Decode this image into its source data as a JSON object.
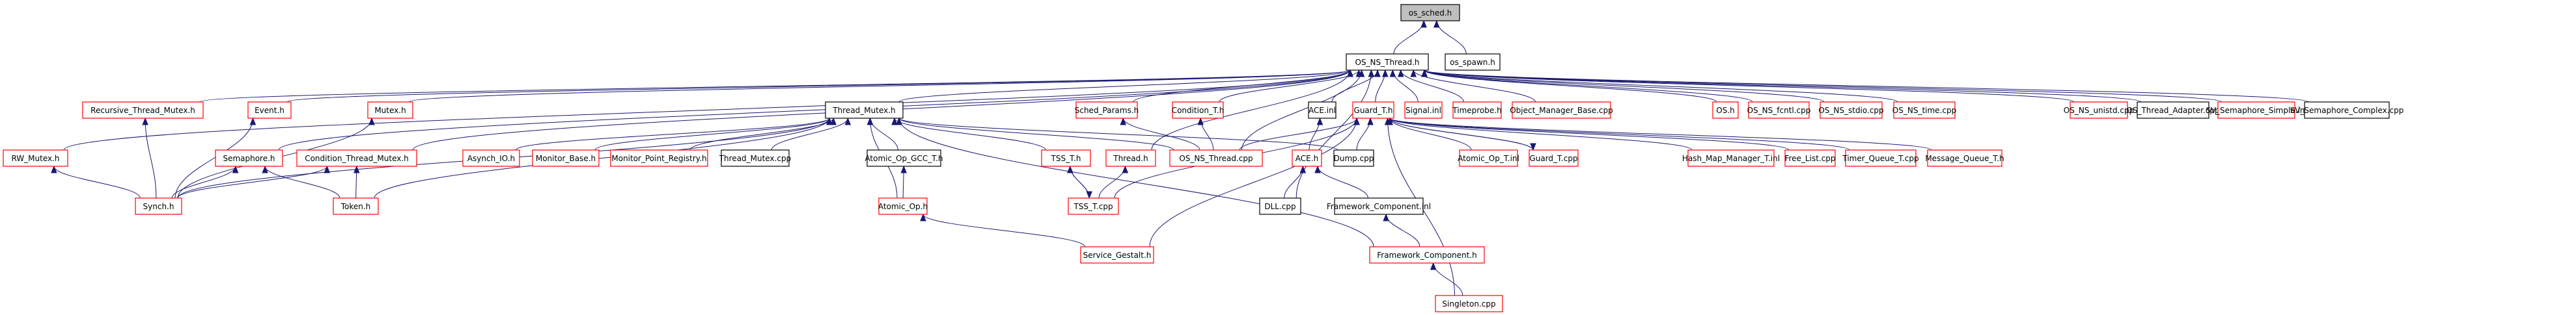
{
  "title": "os_sched.h include dependency graph",
  "colors": {
    "root_fill": "#bfbfbf",
    "documented_border": "#000000",
    "undocumented_border": "#ff0000",
    "edge": "#191970",
    "background": "#ffffff"
  },
  "nodes": [
    {
      "id": "os_sched_h",
      "label": "os_sched.h",
      "kind": "root"
    },
    {
      "id": "OS_NS_Thread_h",
      "label": "OS_NS_Thread.h",
      "kind": "doc"
    },
    {
      "id": "os_spawn_h",
      "label": "os_spawn.h",
      "kind": "doc"
    },
    {
      "id": "Recursive_Thread_Mutex_h",
      "label": "Recursive_Thread_Mutex.h",
      "kind": "undoc"
    },
    {
      "id": "Event_h",
      "label": "Event.h",
      "kind": "undoc"
    },
    {
      "id": "Mutex_h",
      "label": "Mutex.h",
      "kind": "undoc"
    },
    {
      "id": "Thread_Mutex_h",
      "label": "Thread_Mutex.h",
      "kind": "doc"
    },
    {
      "id": "Sched_Params_h",
      "label": "Sched_Params.h",
      "kind": "undoc"
    },
    {
      "id": "Condition_T_h",
      "label": "Condition_T.h",
      "kind": "undoc"
    },
    {
      "id": "ACE_inl",
      "label": "ACE.inl",
      "kind": "doc"
    },
    {
      "id": "Guard_T_h",
      "label": "Guard_T.h",
      "kind": "undoc"
    },
    {
      "id": "Signal_inl",
      "label": "Signal.inl",
      "kind": "undoc"
    },
    {
      "id": "Timeprobe_h",
      "label": "Timeprobe.h",
      "kind": "undoc"
    },
    {
      "id": "Object_Manager_Base_cpp",
      "label": "Object_Manager_Base.cpp",
      "kind": "undoc"
    },
    {
      "id": "OS_h",
      "label": "OS.h",
      "kind": "undoc"
    },
    {
      "id": "OS_NS_fcntl_cpp",
      "label": "OS_NS_fcntl.cpp",
      "kind": "undoc"
    },
    {
      "id": "OS_NS_stdio_cpp",
      "label": "OS_NS_stdio.cpp",
      "kind": "undoc"
    },
    {
      "id": "OS_NS_time_cpp",
      "label": "OS_NS_time.cpp",
      "kind": "undoc"
    },
    {
      "id": "OS_NS_unistd_cpp",
      "label": "OS_NS_unistd.cpp",
      "kind": "undoc"
    },
    {
      "id": "OS_Thread_Adapter_cpp",
      "label": "OS_Thread_Adapter.cpp",
      "kind": "doc"
    },
    {
      "id": "SV_Semaphore_Simple_inl",
      "label": "SV_Semaphore_Simple.inl",
      "kind": "undoc"
    },
    {
      "id": "SV_Semaphore_Complex_cpp",
      "label": "SV_Semaphore_Complex.cpp",
      "kind": "doc"
    },
    {
      "id": "RW_Mutex_h",
      "label": "RW_Mutex.h",
      "kind": "undoc"
    },
    {
      "id": "Semaphore_h",
      "label": "Semaphore.h",
      "kind": "undoc"
    },
    {
      "id": "Condition_Thread_Mutex_h",
      "label": "Condition_Thread_Mutex.h",
      "kind": "undoc"
    },
    {
      "id": "Asynch_IO_h",
      "label": "Asynch_IO.h",
      "kind": "undoc"
    },
    {
      "id": "Monitor_Base_h",
      "label": "Monitor_Base.h",
      "kind": "undoc"
    },
    {
      "id": "Monitor_Point_Registry_h",
      "label": "Monitor_Point_Registry.h",
      "kind": "undoc"
    },
    {
      "id": "Thread_Mutex_cpp",
      "label": "Thread_Mutex.cpp",
      "kind": "doc"
    },
    {
      "id": "Atomic_Op_GCC_T_h",
      "label": "Atomic_Op_GCC_T.h",
      "kind": "doc"
    },
    {
      "id": "TSS_T_h",
      "label": "TSS_T.h",
      "kind": "undoc"
    },
    {
      "id": "Thread_h",
      "label": "Thread.h",
      "kind": "undoc"
    },
    {
      "id": "OS_NS_Thread_cpp",
      "label": "OS_NS_Thread.cpp",
      "kind": "undoc"
    },
    {
      "id": "ACE_h",
      "label": "ACE.h",
      "kind": "undoc"
    },
    {
      "id": "Dump_cpp",
      "label": "Dump.cpp",
      "kind": "doc"
    },
    {
      "id": "Atomic_Op_T_inl",
      "label": "Atomic_Op_T.inl",
      "kind": "undoc"
    },
    {
      "id": "Guard_T_cpp",
      "label": "Guard_T.cpp",
      "kind": "undoc"
    },
    {
      "id": "Hash_Map_Manager_T_inl",
      "label": "Hash_Map_Manager_T.inl",
      "kind": "undoc"
    },
    {
      "id": "Free_List_cpp",
      "label": "Free_List.cpp",
      "kind": "undoc"
    },
    {
      "id": "Timer_Queue_T_cpp",
      "label": "Timer_Queue_T.cpp",
      "kind": "undoc"
    },
    {
      "id": "Message_Queue_T_h",
      "label": "Message_Queue_T.h",
      "kind": "undoc"
    },
    {
      "id": "Synch_h",
      "label": "Synch.h",
      "kind": "undoc"
    },
    {
      "id": "Token_h",
      "label": "Token.h",
      "kind": "undoc"
    },
    {
      "id": "Atomic_Op_h",
      "label": "Atomic_Op.h",
      "kind": "undoc"
    },
    {
      "id": "TSS_T_cpp",
      "label": "TSS_T.cpp",
      "kind": "undoc"
    },
    {
      "id": "DLL_cpp",
      "label": "DLL.cpp",
      "kind": "doc"
    },
    {
      "id": "Framework_Component_inl",
      "label": "Framework_Component.inl",
      "kind": "doc"
    },
    {
      "id": "Service_Gestalt_h",
      "label": "Service_Gestalt.h",
      "kind": "undoc"
    },
    {
      "id": "Framework_Component_h",
      "label": "Framework_Component.h",
      "kind": "undoc"
    },
    {
      "id": "Singleton_cpp",
      "label": "Singleton.cpp",
      "kind": "undoc"
    }
  ],
  "edges": [
    [
      "OS_NS_Thread_h",
      "os_sched_h"
    ],
    [
      "os_spawn_h",
      "os_sched_h"
    ],
    [
      "Recursive_Thread_Mutex_h",
      "OS_NS_Thread_h"
    ],
    [
      "Event_h",
      "OS_NS_Thread_h"
    ],
    [
      "Mutex_h",
      "OS_NS_Thread_h"
    ],
    [
      "Thread_Mutex_h",
      "OS_NS_Thread_h"
    ],
    [
      "Sched_Params_h",
      "OS_NS_Thread_h"
    ],
    [
      "Condition_T_h",
      "OS_NS_Thread_h"
    ],
    [
      "ACE_inl",
      "OS_NS_Thread_h"
    ],
    [
      "Guard_T_h",
      "OS_NS_Thread_h"
    ],
    [
      "Signal_inl",
      "OS_NS_Thread_h"
    ],
    [
      "Timeprobe_h",
      "OS_NS_Thread_h"
    ],
    [
      "Object_Manager_Base_cpp",
      "OS_NS_Thread_h"
    ],
    [
      "OS_h",
      "OS_NS_Thread_h"
    ],
    [
      "OS_NS_fcntl_cpp",
      "OS_NS_Thread_h"
    ],
    [
      "OS_NS_stdio_cpp",
      "OS_NS_Thread_h"
    ],
    [
      "OS_NS_time_cpp",
      "OS_NS_Thread_h"
    ],
    [
      "OS_NS_unistd_cpp",
      "OS_NS_Thread_h"
    ],
    [
      "OS_Thread_Adapter_cpp",
      "OS_NS_Thread_h"
    ],
    [
      "SV_Semaphore_Simple_inl",
      "OS_NS_Thread_h"
    ],
    [
      "SV_Semaphore_Complex_cpp",
      "OS_NS_Thread_h"
    ],
    [
      "RW_Mutex_h",
      "OS_NS_Thread_h"
    ],
    [
      "Semaphore_h",
      "OS_NS_Thread_h"
    ],
    [
      "Condition_Thread_Mutex_h",
      "OS_NS_Thread_h"
    ],
    [
      "Thread_h",
      "OS_NS_Thread_h"
    ],
    [
      "OS_NS_Thread_cpp",
      "OS_NS_Thread_h"
    ],
    [
      "DLL_cpp",
      "OS_NS_Thread_h"
    ],
    [
      "Synch_h",
      "Thread_Mutex_h"
    ],
    [
      "Token_h",
      "Thread_Mutex_h"
    ],
    [
      "Asynch_IO_h",
      "Thread_Mutex_h"
    ],
    [
      "Monitor_Base_h",
      "Thread_Mutex_h"
    ],
    [
      "Monitor_Point_Registry_h",
      "Thread_Mutex_h"
    ],
    [
      "Thread_Mutex_cpp",
      "Thread_Mutex_h"
    ],
    [
      "Atomic_Op_GCC_T_h",
      "Thread_Mutex_h"
    ],
    [
      "Atomic_Op_h",
      "Thread_Mutex_h"
    ],
    [
      "TSS_T_h",
      "Thread_Mutex_h"
    ],
    [
      "OS_NS_Thread_cpp",
      "Thread_Mutex_h"
    ],
    [
      "Framework_Component_h",
      "Thread_Mutex_h"
    ],
    [
      "Dump_cpp",
      "Thread_Mutex_h"
    ],
    [
      "Synch_h",
      "Recursive_Thread_Mutex_h"
    ],
    [
      "Synch_h",
      "Event_h"
    ],
    [
      "Synch_h",
      "Mutex_h"
    ],
    [
      "Synch_h",
      "RW_Mutex_h"
    ],
    [
      "Synch_h",
      "Semaphore_h"
    ],
    [
      "Synch_h",
      "Condition_Thread_Mutex_h"
    ],
    [
      "Token_h",
      "Semaphore_h"
    ],
    [
      "Token_h",
      "Condition_Thread_Mutex_h"
    ],
    [
      "Atomic_Op_h",
      "Atomic_Op_GCC_T_h"
    ],
    [
      "Service_Gestalt_h",
      "Atomic_Op_h"
    ],
    [
      "TSS_T_cpp",
      "TSS_T_h"
    ],
    [
      "TSS_T_h",
      "TSS_T_cpp"
    ],
    [
      "TSS_T_cpp",
      "Thread_h"
    ],
    [
      "OS_NS_Thread_cpp",
      "Sched_Params_h"
    ],
    [
      "OS_NS_Thread_cpp",
      "Condition_T_h"
    ],
    [
      "OS_NS_Thread_cpp",
      "Guard_T_h"
    ],
    [
      "ACE_h",
      "ACE_inl"
    ],
    [
      "DLL_cpp",
      "ACE_h"
    ],
    [
      "Framework_Component_inl",
      "ACE_h"
    ],
    [
      "Dump_cpp",
      "Guard_T_h"
    ],
    [
      "Atomic_Op_T_inl",
      "Guard_T_h"
    ],
    [
      "Guard_T_cpp",
      "Guard_T_h"
    ],
    [
      "Guard_T_h",
      "Guard_T_cpp"
    ],
    [
      "Hash_Map_Manager_T_inl",
      "Guard_T_h"
    ],
    [
      "Free_List_cpp",
      "Guard_T_h"
    ],
    [
      "Timer_Queue_T_cpp",
      "Guard_T_h"
    ],
    [
      "Message_Queue_T_h",
      "Guard_T_h"
    ],
    [
      "TSS_T_cpp",
      "Guard_T_h"
    ],
    [
      "Service_Gestalt_h",
      "Guard_T_h"
    ],
    [
      "Singleton_cpp",
      "Guard_T_h"
    ],
    [
      "Framework_Component_h",
      "Framework_Component_inl"
    ],
    [
      "Singleton_cpp",
      "Framework_Component_h"
    ]
  ]
}
